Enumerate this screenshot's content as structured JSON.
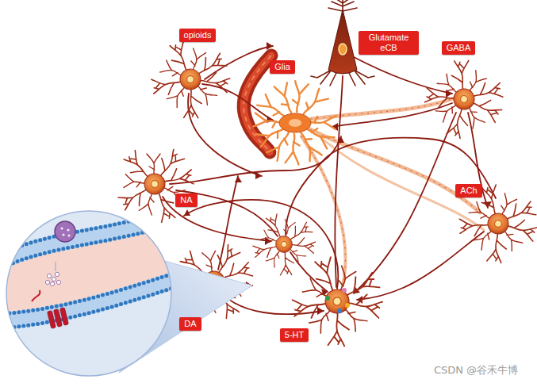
{
  "diagram": {
    "nodes": [
      {
        "text": [
          "opioids"
        ]
      },
      {
        "text": [
          "Glutamate eCB"
        ]
      },
      {
        "text": [
          "GABA"
        ]
      },
      {
        "text": [
          "Glia"
        ]
      },
      {
        "text": [
          "NA"
        ]
      },
      {
        "text": [
          "ACh"
        ]
      },
      {
        "text": [
          "DA"
        ]
      },
      {
        "text": [
          "5-HT"
        ]
      }
    ],
    "labels": [
      "CSDN @谷禾牛博"
    ]
  }
}
